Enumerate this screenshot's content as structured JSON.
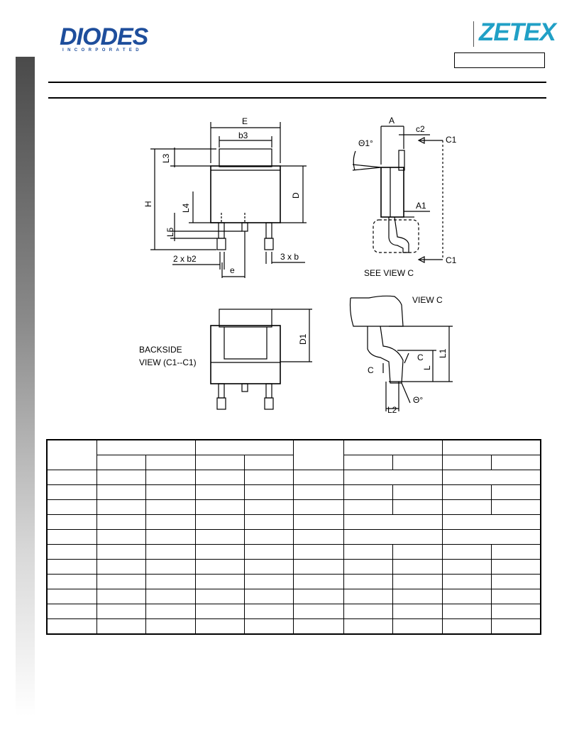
{
  "logos": {
    "diodes_name": "DIODES",
    "diodes_tagline": "INCORPORATED",
    "zetex_name": "ZETEX"
  },
  "drawing": {
    "top_view_labels": {
      "E": "E",
      "b3": "b3",
      "L3": "L3",
      "H": "H",
      "D": "D",
      "L4": "L4",
      "L5": "L5",
      "b2": "2 x b2",
      "b": "3 x b",
      "e": "e"
    },
    "side_view_labels": {
      "A": "A",
      "c2": "c2",
      "theta1": "Θ1°",
      "C1_top": "C1",
      "C1_bottom": "C1",
      "A1": "A1",
      "see_view": "SEE VIEW C"
    },
    "back_view_labels": {
      "D1": "D1",
      "caption_line1": "BACKSIDE",
      "caption_line2": "VIEW (C1--C1)"
    },
    "view_c_labels": {
      "title": "VIEW C",
      "L1": "L1",
      "L": "L",
      "C_right": "C",
      "C_left": "C",
      "L2": "L2",
      "theta": "Θ°"
    }
  },
  "table": {
    "rows": 13,
    "cols": 10
  }
}
